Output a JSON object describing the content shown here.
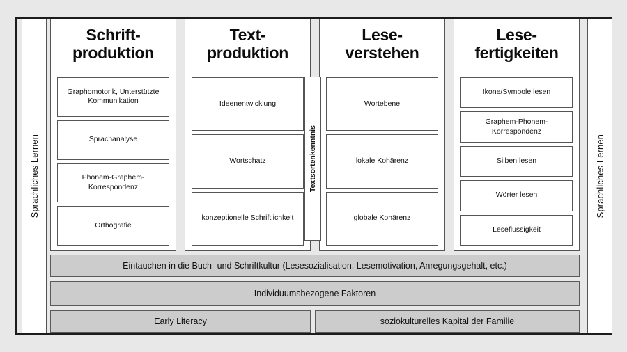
{
  "diagram": {
    "title_vertical_left": "Sprachliches Lernen",
    "title_vertical_right": "Sprachliches Lernen",
    "connector_label": "Textsortenkenntnis",
    "colors": {
      "page_background": "#e8e8e8",
      "frame_border": "#1c1c1c",
      "box_border": "#555555",
      "box_fill": "#ffffff",
      "bar_fill": "#cccccc",
      "bar_border": "#5a5a5a",
      "text": "#111111"
    }
  },
  "columns": [
    {
      "title": "Schrift-\nproduktion",
      "title_line1": "Schrift-",
      "title_line2": "produktion",
      "items": [
        "Graphomotorik, Unterstützte Kommunikation",
        "Sprachanalyse",
        "Phonem-Graphem-Korrespondenz",
        "Orthografie"
      ]
    },
    {
      "title": "Text-\nproduktion",
      "title_line1": "Text-",
      "title_line2": "produktion",
      "items": [
        "Ideenentwicklung",
        "Wortschatz",
        "konzeptionelle Schriftlichkeit"
      ]
    },
    {
      "title": "Lese-\nverstehen",
      "title_line1": "Lese-",
      "title_line2": "verstehen",
      "items": [
        "Wortebene",
        "lokale Kohärenz",
        "globale Kohärenz"
      ]
    },
    {
      "title": "Lese-\nfertigkeiten",
      "title_line1": "Lese-",
      "title_line2": "fertigkeiten",
      "items": [
        "Ikone/Symbole lesen",
        "Graphem-Phonem-Korrespondenz",
        "Silben lesen",
        "Wörter lesen",
        "Leseflüssigkeit"
      ]
    }
  ],
  "foundation_bars": [
    {
      "id": "immersion",
      "label": "Eintauchen in die Buch- und Schriftkultur (Lesesozialisation, Lesemotivation, Anregungsgehalt, etc.)"
    },
    {
      "id": "individual",
      "label": "Individuumsbezogene Faktoren"
    },
    {
      "id": "early-literacy",
      "label": "Early Literacy"
    },
    {
      "id": "socio-cultural",
      "label": "soziokulturelles Kapital der Familie"
    }
  ]
}
